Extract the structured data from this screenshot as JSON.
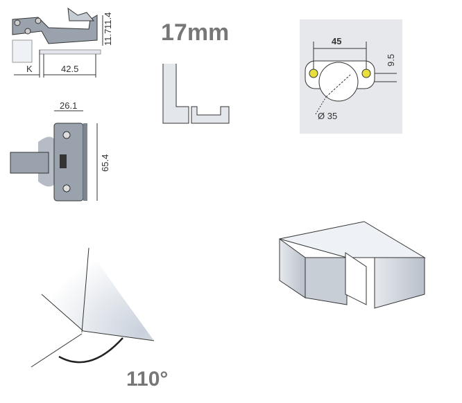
{
  "side_view": {
    "height_a": "11.7",
    "height_b": "11.4",
    "overlay_label": "K",
    "depth": "42.5"
  },
  "top_view": {
    "width": "26.1",
    "length": "65.4"
  },
  "door_thickness": {
    "label": "17mm"
  },
  "drilling": {
    "spacing": "45",
    "offset": "9.5",
    "cup_diameter": "Ø 35"
  },
  "opening_angle": {
    "label": "110°"
  },
  "colors": {
    "panel": "#e3e6ea",
    "hinge": "#9aa3ad",
    "text_big": "#777777"
  }
}
